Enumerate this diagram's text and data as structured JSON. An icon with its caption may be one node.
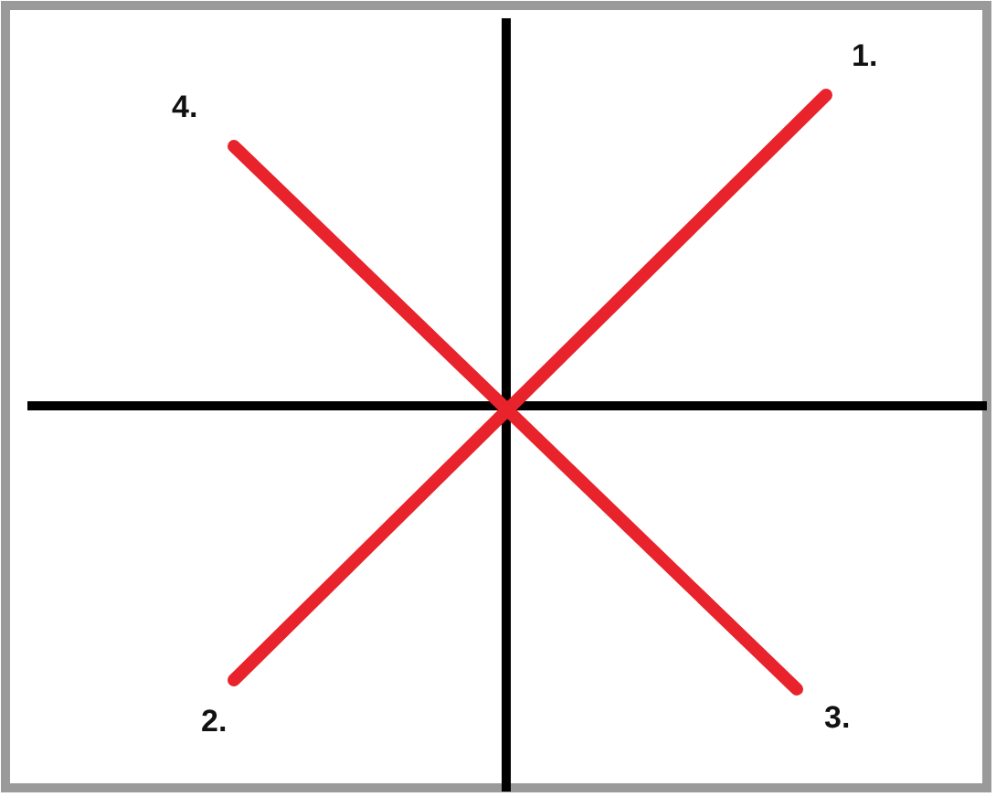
{
  "diagram": {
    "labels": [
      "1.",
      "4.",
      "2.",
      "3."
    ]
  }
}
